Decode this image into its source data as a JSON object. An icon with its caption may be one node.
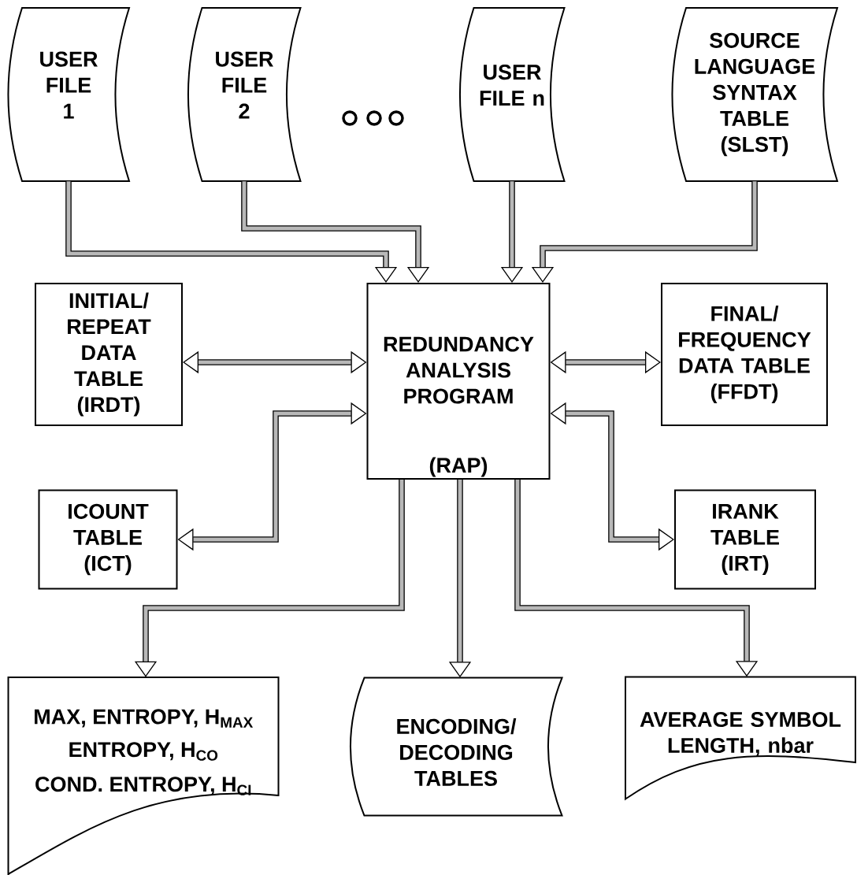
{
  "diagram": {
    "nodes": [
      {
        "text": [
          "USER FILE 1"
        ]
      },
      {
        "text": [
          "USER FILE 2"
        ]
      },
      {
        "text": [
          "USER FILE n"
        ]
      },
      {
        "text": [
          "SOURCE LANGUAGE SYNTAX TABLE (SLST)"
        ]
      },
      {
        "text": [
          "INITIAL/ REPEAT DATA TABLE (IRDT)"
        ]
      },
      {
        "text": [
          "REDUNDANCY ANALYSIS PROGRAM",
          "(RAP)"
        ]
      },
      {
        "text": [
          "FINAL/ FREQUENCY DATA TABLE (FFDT)"
        ]
      },
      {
        "text": [
          "ICOUNT TABLE (ICT)"
        ]
      },
      {
        "text": [
          "IRANK TABLE (IRT)"
        ]
      },
      {
        "text": [
          "MAX, ENTROPY, H$_{MAX}$",
          "ENTROPY, H$_{CO}$",
          "COND. ENTROPY, H$_{CI}$"
        ]
      },
      {
        "text": [
          "ENCODING/ DECODING TABLES"
        ]
      },
      {
        "text": [
          "AVERAGE SYMBOL LENGTH, nbar"
        ]
      }
    ],
    "edges": [
      {
        "from": 0,
        "to": 5,
        "arrow": "to"
      },
      {
        "from": 1,
        "to": 5,
        "arrow": "to"
      },
      {
        "from": 2,
        "to": 5,
        "arrow": "to"
      },
      {
        "from": 3,
        "to": 5,
        "arrow": "to"
      },
      {
        "from": 4,
        "to": 5,
        "arrow": "both"
      },
      {
        "from": 5,
        "to": 6,
        "arrow": "both"
      },
      {
        "from": 5,
        "to": 7,
        "arrow": "both"
      },
      {
        "from": 5,
        "to": 8,
        "arrow": "both"
      },
      {
        "from": 5,
        "to": 9,
        "arrow": "to"
      },
      {
        "from": 5,
        "to": 10,
        "arrow": "to"
      },
      {
        "from": 5,
        "to": 11,
        "arrow": "to"
      }
    ]
  }
}
